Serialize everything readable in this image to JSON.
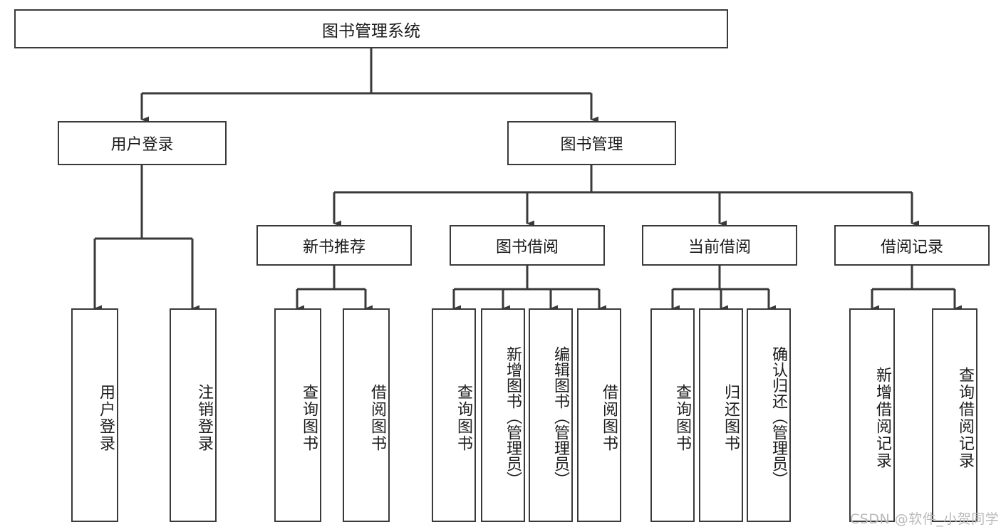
{
  "diagram": {
    "title": "图书管理系统",
    "type": "tree-hierarchy-diagram",
    "watermark": "CSDN @软件_小贺同学",
    "colors": {
      "border": "#3a3a3a",
      "text": "#1b1b1b",
      "background": "#ffffff",
      "watermark": "#b9b9b9"
    },
    "root": {
      "label": "图书管理系统"
    },
    "level2": [
      {
        "label": "用户登录"
      },
      {
        "label": "图书管理"
      }
    ],
    "level3": [
      {
        "label": "新书推荐"
      },
      {
        "label": "图书借阅"
      },
      {
        "label": "当前借阅"
      },
      {
        "label": "借阅记录"
      }
    ],
    "leaves": {
      "user_login": [
        {
          "label": "用户登录"
        },
        {
          "label": "注销登录"
        }
      ],
      "new_book_recommend": [
        {
          "label": "查询图书"
        },
        {
          "label": "借阅图书"
        }
      ],
      "book_borrow": [
        {
          "label": "查询图书"
        },
        {
          "label": "新增图书（管理员）"
        },
        {
          "label": "编辑图书（管理员）"
        },
        {
          "label": "借阅图书"
        }
      ],
      "current_borrow": [
        {
          "label": "查询图书"
        },
        {
          "label": "归还图书"
        },
        {
          "label": "确认归还（管理员）"
        }
      ],
      "borrow_records": [
        {
          "label": "新增借阅记录"
        },
        {
          "label": "查询借阅记录"
        }
      ]
    }
  }
}
